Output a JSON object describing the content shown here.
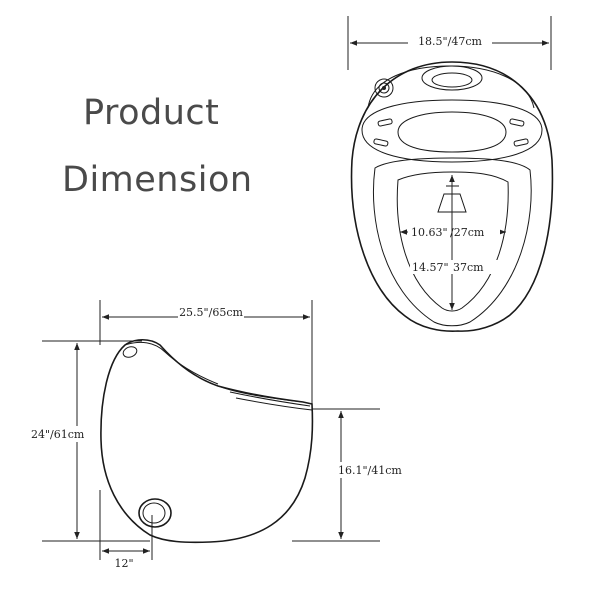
{
  "title": {
    "line1": "Product",
    "line2": "Dimension"
  },
  "top_view": {
    "width_label": "18.5\"/47cm",
    "bowl_width_label_in": "10.63\"",
    "bowl_width_label_cm": "/27cm",
    "bowl_length_label_in": "14.57\"",
    "bowl_length_label_cm": "37cm"
  },
  "side_view": {
    "length_label": "25.5\"/65cm",
    "height_label": "24\"/61cm",
    "seat_height_label": "16.1\"/41cm",
    "rough_in_label": "12\""
  },
  "colors": {
    "line": "#1a1a1a",
    "title": "#4a4a4a",
    "background": "#ffffff"
  }
}
